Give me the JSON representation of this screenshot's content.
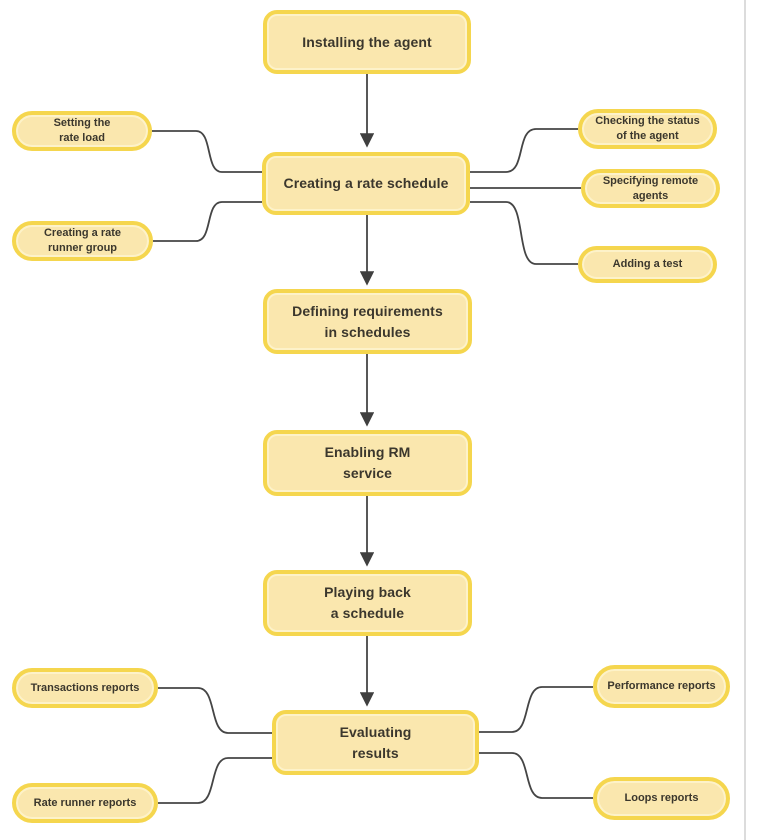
{
  "diagram": {
    "description": "Process flowchart with a vertical main sequence and satellite sub-task nodes",
    "colors": {
      "node_border": "#f5d64e",
      "node_fill": "#fae7ae",
      "node_inner_highlight": "#fdf2c9",
      "text": "#3b372d",
      "connector": "#454545",
      "background": "#ffffff"
    },
    "main_nodes": [
      {
        "id": "installing-the-agent",
        "label": "Installing the agent"
      },
      {
        "id": "creating-a-rate-schedule",
        "label": "Creating a rate schedule"
      },
      {
        "id": "defining-requirements-in-schedules",
        "label": "Defining requirements\nin schedules"
      },
      {
        "id": "enabling-rm-service",
        "label": "Enabling RM\nservice"
      },
      {
        "id": "playing-back-a-schedule",
        "label": "Playing back\na schedule"
      },
      {
        "id": "evaluating-results",
        "label": "Evaluating\nresults"
      }
    ],
    "satellite_nodes": [
      {
        "id": "setting-the-rate-load",
        "label": "Setting the\nrate load",
        "attached_to": "creating-a-rate-schedule",
        "side": "left"
      },
      {
        "id": "creating-a-rate-runner-group",
        "label": "Creating a rate\nrunner group",
        "attached_to": "creating-a-rate-schedule",
        "side": "left"
      },
      {
        "id": "checking-the-status-of-the-agent",
        "label": "Checking the status\nof the agent",
        "attached_to": "creating-a-rate-schedule",
        "side": "right"
      },
      {
        "id": "specifying-remote-agents",
        "label": "Specifying remote\nagents",
        "attached_to": "creating-a-rate-schedule",
        "side": "right"
      },
      {
        "id": "adding-a-test",
        "label": "Adding a test",
        "attached_to": "creating-a-rate-schedule",
        "side": "right"
      },
      {
        "id": "transactions-reports",
        "label": "Transactions reports",
        "attached_to": "evaluating-results",
        "side": "left"
      },
      {
        "id": "rate-runner-reports",
        "label": "Rate runner reports",
        "attached_to": "evaluating-results",
        "side": "left"
      },
      {
        "id": "performance-reports",
        "label": "Performance reports",
        "attached_to": "evaluating-results",
        "side": "right"
      },
      {
        "id": "loops-reports",
        "label": "Loops reports",
        "attached_to": "evaluating-results",
        "side": "right"
      }
    ],
    "edges": [
      {
        "from": "installing-the-agent",
        "to": "creating-a-rate-schedule",
        "style": "arrow"
      },
      {
        "from": "creating-a-rate-schedule",
        "to": "defining-requirements-in-schedules",
        "style": "arrow"
      },
      {
        "from": "defining-requirements-in-schedules",
        "to": "enabling-rm-service",
        "style": "arrow"
      },
      {
        "from": "enabling-rm-service",
        "to": "playing-back-a-schedule",
        "style": "arrow"
      },
      {
        "from": "playing-back-a-schedule",
        "to": "evaluating-results",
        "style": "arrow"
      },
      {
        "from": "setting-the-rate-load",
        "to": "creating-a-rate-schedule",
        "style": "curve"
      },
      {
        "from": "creating-a-rate-runner-group",
        "to": "creating-a-rate-schedule",
        "style": "curve"
      },
      {
        "from": "creating-a-rate-schedule",
        "to": "checking-the-status-of-the-agent",
        "style": "curve"
      },
      {
        "from": "creating-a-rate-schedule",
        "to": "specifying-remote-agents",
        "style": "line"
      },
      {
        "from": "creating-a-rate-schedule",
        "to": "adding-a-test",
        "style": "curve"
      },
      {
        "from": "transactions-reports",
        "to": "evaluating-results",
        "style": "curve"
      },
      {
        "from": "rate-runner-reports",
        "to": "evaluating-results",
        "style": "curve"
      },
      {
        "from": "evaluating-results",
        "to": "performance-reports",
        "style": "curve"
      },
      {
        "from": "evaluating-results",
        "to": "loops-reports",
        "style": "curve"
      }
    ]
  }
}
